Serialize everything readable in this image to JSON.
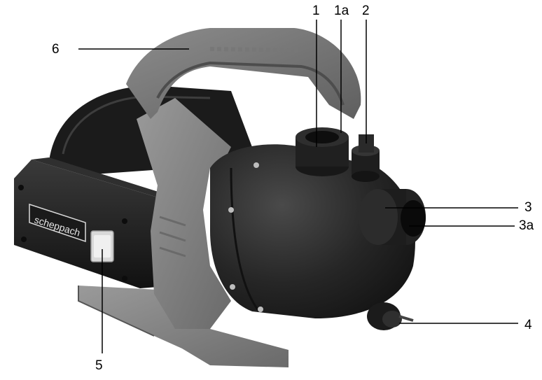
{
  "diagram": {
    "brand_logo_text": "scheppach",
    "callouts": [
      {
        "id": "1",
        "label": "1"
      },
      {
        "id": "1a",
        "label": "1a"
      },
      {
        "id": "2",
        "label": "2"
      },
      {
        "id": "3",
        "label": "3"
      },
      {
        "id": "3a",
        "label": "3a"
      },
      {
        "id": "4",
        "label": "4"
      },
      {
        "id": "5",
        "label": "5"
      },
      {
        "id": "6",
        "label": "6"
      }
    ]
  },
  "colors": {
    "body_dark": "#2b2b2b",
    "body_darker": "#1c1c1c",
    "frame_gray": "#8a8a8a",
    "frame_gray_dark": "#6e6e6e",
    "switch_white": "#e6e6e6",
    "leader_line": "#000000"
  }
}
